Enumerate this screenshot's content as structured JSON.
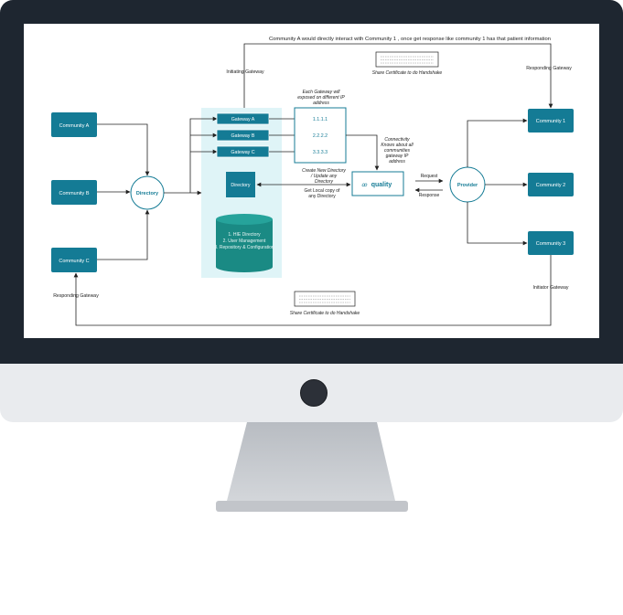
{
  "diagram": {
    "top_note": "Community A would directly interact with Community 1 , once get response like community 1 has that patient information",
    "initiating_gateway": "Initiating Gateway",
    "responding_gateway_right": "Responding Gateway",
    "responding_gateway_left": "Responding Gateway",
    "initiator_gateway": "Initiator Gateway",
    "share_cert_top": "Share Certificate to do Handshake",
    "share_cert_bottom": "Share Certificate to do Handshake",
    "communities_left": [
      "Community A",
      "Community B",
      "Community C"
    ],
    "communities_right": [
      "Community 1",
      "Community 2",
      "Community 3"
    ],
    "directory_hub": "Directory",
    "provider_hub": "Provider",
    "gateways": [
      "Gateway A",
      "Gateway B",
      "Gateway C"
    ],
    "ip_note": "Each Gateway will exposed on different IP address",
    "ips": [
      "1.1.1.1",
      "2.2.2.2",
      "3.3.3.3"
    ],
    "directory_box": "Directory",
    "db_items": [
      "1. HIE Directory",
      "2. User Management",
      "3. Repository & Configuration"
    ],
    "create_note": "Create New Directory / Update any Directory",
    "local_copy_note": "Get Local copy of any Directory",
    "connectivity_note": "Connectivity Knows about all communities gateway IP address",
    "logo_text": "quality",
    "request_label": "Request",
    "response_label": "Response"
  }
}
